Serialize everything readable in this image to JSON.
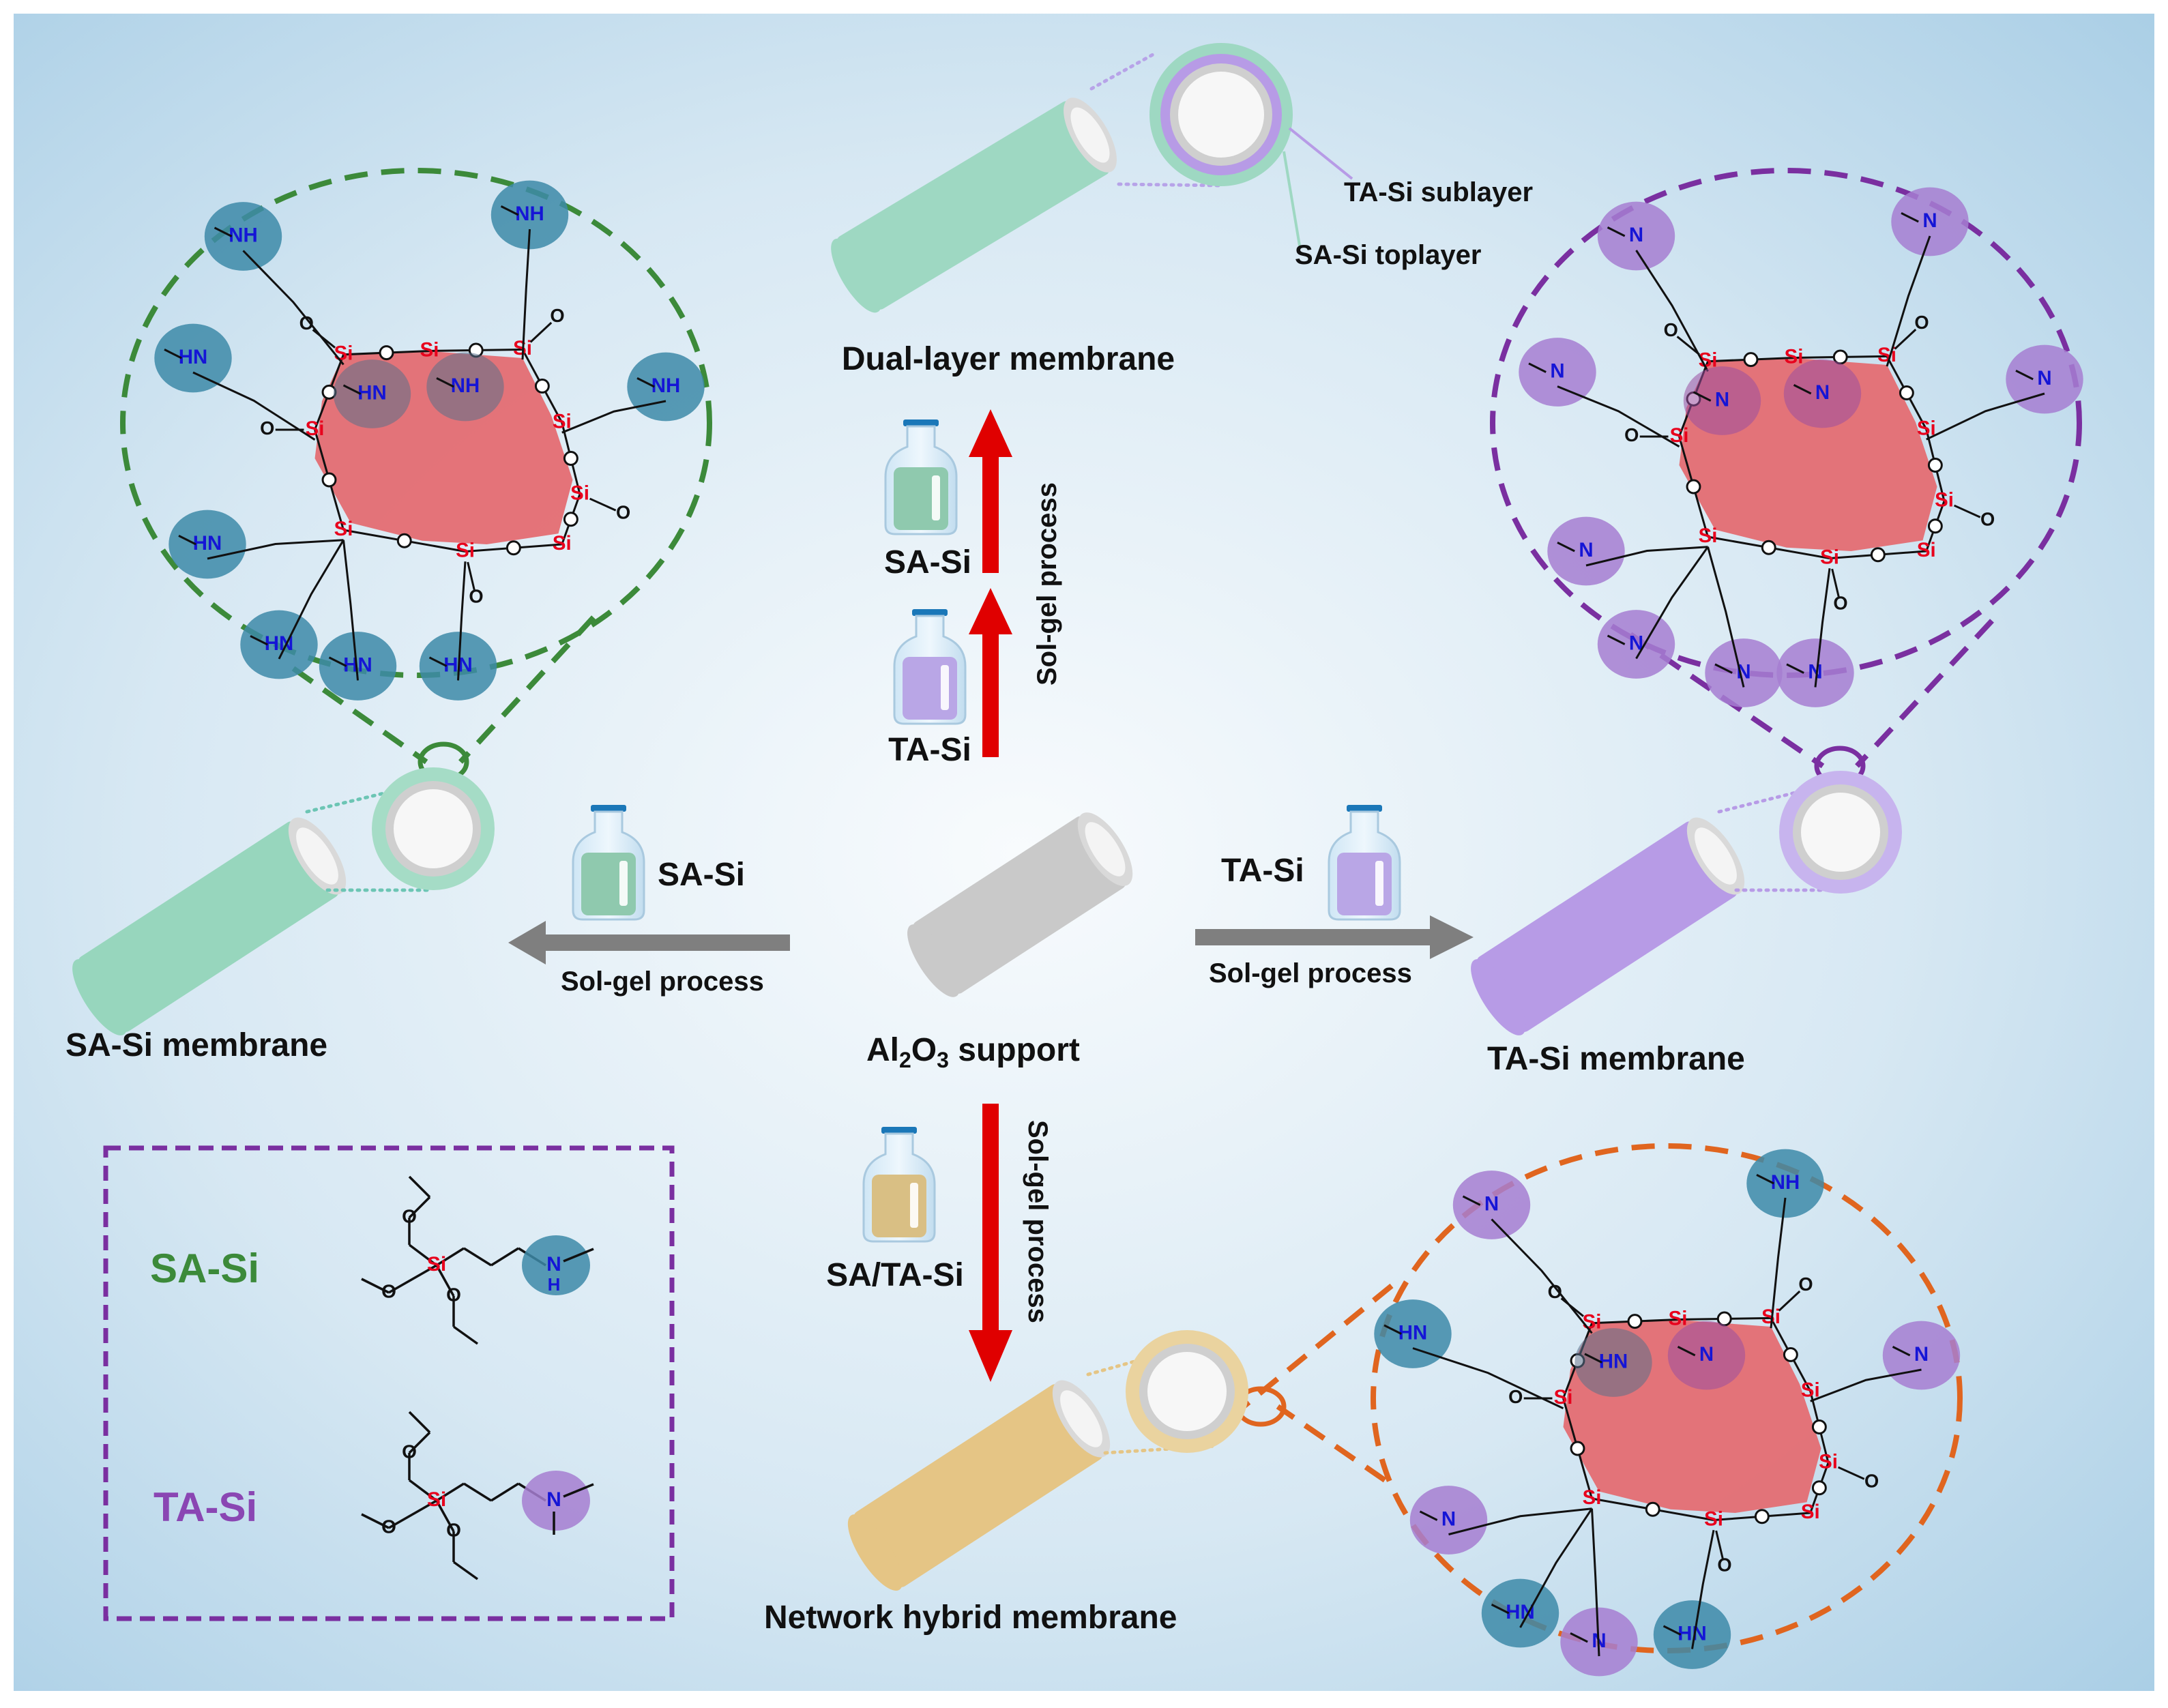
{
  "colors": {
    "background_center": "#f4f8fb",
    "background_edge": "#a9cfe6",
    "sa_green": "#3c8a3a",
    "sa_tube": "#97d6bd",
    "ta_purple": "#7a2fa0",
    "ta_tube": "#b79be6",
    "hybrid_orange": "#e0651f",
    "hybrid_tube": "#e5c585",
    "support_gray": "#c8c8c8",
    "network_core": "#e46d72",
    "arrow_red": "#e00000",
    "arrow_gray": "#7f7f7f",
    "amine_sa": "#3d8aa8",
    "amine_ta": "#a67ed1",
    "silicon_red": "#e8001c",
    "nitrogen_blue": "#1515d6",
    "vial_cap": "#1a77b8"
  },
  "center": {
    "support_label_pre": "Al",
    "support_label_sub1": "2",
    "support_label_mid": "O",
    "support_label_sub2": "3",
    "support_label_post": " support"
  },
  "dual_layer": {
    "title": "Dual-layer membrane",
    "sublayer_label": "TA-Si sublayer",
    "toplayer_label": "SA-Si toplayer",
    "vial_top_label": "SA-Si",
    "vial_bottom_label": "TA-Si",
    "process_label": "Sol-gel process"
  },
  "sa_membrane": {
    "title": "SA-Si membrane",
    "vial_label": "SA-Si",
    "process_label": "Sol-gel process"
  },
  "ta_membrane": {
    "title": "TA-Si membrane",
    "vial_label": "TA-Si",
    "process_label": "Sol-gel process"
  },
  "hybrid_membrane": {
    "title": "Network hybrid membrane",
    "vial_label": "SA/TA-Si",
    "process_label": "Sol-gel process"
  },
  "legend": {
    "sa_label": "SA-Si",
    "ta_label": "TA-Si"
  },
  "atoms": {
    "si": "Si",
    "o": "O",
    "n": "N",
    "h": "H",
    "nh": "NH",
    "hn": "HN"
  }
}
